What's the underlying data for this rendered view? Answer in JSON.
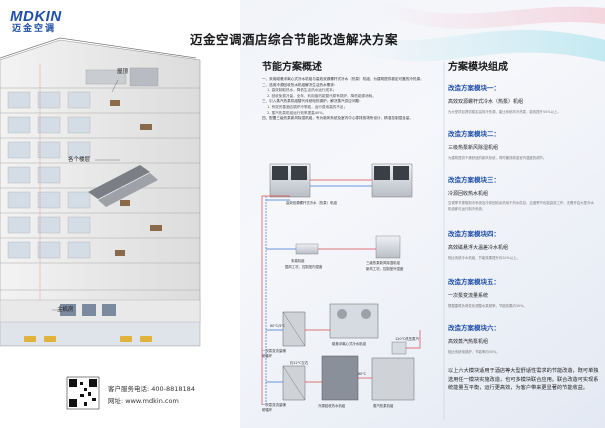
{
  "brand": {
    "name_en": "MDKIN",
    "name_cn": "迈金空调",
    "accent": "#1f4fa8"
  },
  "title": "迈金空调酒店综合节能改造解决方案",
  "overview": {
    "heading": "节能方案概述",
    "items": [
      {
        "text": "一、采用磁悬浮离心式冷水机组与高效双源螺杆式冷水（热泵）机组，为建筑提供稳定可靠的冷热源。",
        "sub": false
      },
      {
        "text": "二、选用冷源回收热水机组解决生活热水需求：",
        "sub": false
      },
      {
        "text": "1. 高效制取热水，降低生活热水运行成本；",
        "sub": true
      },
      {
        "text": "2. 回收免费冷量，全年、利用废热能替代原有锅炉，降低能源消耗。",
        "sub": true
      },
      {
        "text": "三、引入蒸汽热泵机组替代传统电热锅炉，解决蒸汽供应问题：",
        "sub": false
      },
      {
        "text": "1. 有效完善酒店锅炉冷季能，运行费用高的不足；",
        "sub": true
      },
      {
        "text": "2. 蒸汽热泵机组运行效率提高40%。",
        "sub": true
      },
      {
        "text": "四、配置三级热泵新风除湿机组，专为新风系统及室内中心零排放场所设计，精准控制湿含量。",
        "sub": false
      }
    ]
  },
  "building": {
    "roof": "屋顶",
    "floors": "各个楼层",
    "machine_room": "主机房"
  },
  "contact": {
    "phone": "客户服务电话: 400-8818184",
    "site": "网址: www.mdkin.com"
  },
  "schematic": {
    "heat_pump_chiller": "高效双源螺杆式冷水（热泵）机组",
    "fan_coil": "末端机组",
    "fan_coil_sub": "国风工况，控制室内湿度",
    "dehumidifier": "三级热泵新风除湿机组",
    "dehumidifier_sub": "新风工况，控制室外湿度",
    "ahu1": "一次泵变流量辅助循环",
    "ahu2": "一次泵变流量辅助循环",
    "centrifugal": "磁悬浮离心式冷水机组",
    "heat_recovery": "冷源回收热水机组",
    "steam": "蒸汽热泵机组",
    "steam_out": "120℃低压蒸汽",
    "temp_in": "60℃/5℃",
    "temp_mid": "约12℃左右",
    "temp_low": "60℃"
  },
  "modules": {
    "heading": "方案模块组成",
    "items": [
      {
        "head": "改造方案模块一：",
        "name": "高效双源螺杆式冷水（热泵）机组",
        "desc": "为大型项目提供稳定高效冷热源，能比传统风冷热泵，能效提升50%以上。"
      },
      {
        "head": "改造方案模块二：",
        "name": "三级热泵新风除湿机组",
        "desc": "为建筑提供干燥舒适的新风系统，同时兼具精准室内湿度的调节。"
      },
      {
        "head": "改造方案模块三：",
        "name": "冷源回收热水机组",
        "desc": "空调季节提取制冷系统及冷却回收余热用于热水供应，过渡季节也能高效工作，无需开启大型冷水机组即可运行制冷系统。"
      },
      {
        "head": "改造方案模块四：",
        "name": "高效磁悬浮大温差冷水机组",
        "desc": "相比传统冷水机组，节能效果提升约20%以上。"
      },
      {
        "head": "改造方案模块五：",
        "name": "一次泵变流量系统",
        "desc": "根据建筑负荷变化调整水泵频率，节能效果约30%。"
      },
      {
        "head": "改造方案模块六：",
        "name": "高效蒸汽热泵机组",
        "desc": "相比传统电锅炉，节能率约50%。"
      }
    ]
  },
  "summary": "以上六大模块适用于酒店等大型舒适性需求的节能改造，既可单独选用任一模块实施改造，也可多模块联合应用。联合改造可实现系统能量互平衡，运行更高效，为客户带来更显著的节能收益。"
}
